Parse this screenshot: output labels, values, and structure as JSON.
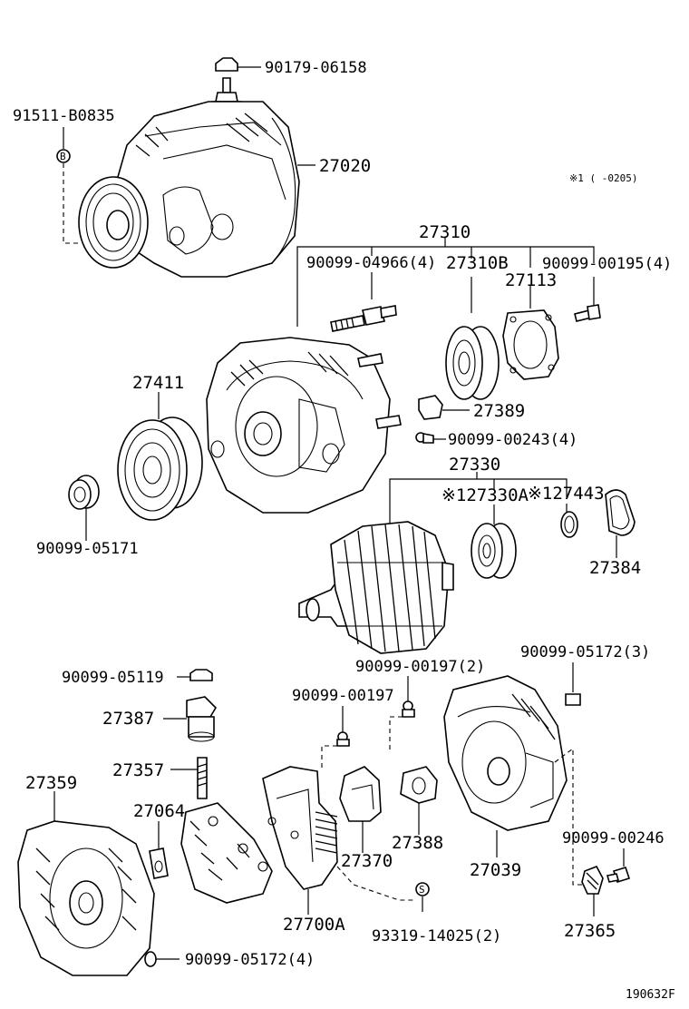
{
  "diagram": {
    "note": "※1 (      -0205)",
    "code": "190632F",
    "labels": {
      "p90179_06158": "90179-06158",
      "p91511_b0835": "91511-B0835",
      "p27020": "27020",
      "p27310": "27310",
      "p90099_04966": "90099-04966(4)",
      "p27310b": "27310B",
      "p90099_00195": "90099-00195(4)",
      "p27113": "27113",
      "p27411": "27411",
      "p27389": "27389",
      "p90099_00243": "90099-00243(4)",
      "p27330": "27330",
      "p27330a": "※127330A",
      "p27443": "※127443",
      "p27384": "27384",
      "p90099_05171": "90099-05171",
      "p90099_05172_3": "90099-05172(3)",
      "p90099_00197_2": "90099-00197(2)",
      "p90099_05119": "90099-05119",
      "p90099_00197": "90099-00197",
      "p27387": "27387",
      "p27357": "27357",
      "p27359": "27359",
      "p27064": "27064",
      "p27370": "27370",
      "p27388": "27388",
      "p27039": "27039",
      "p90099_00246": "90099-00246",
      "p27700a": "27700A",
      "p93319_14025": "93319-14025(2)",
      "p27365": "27365",
      "p90099_05172_4": "90099-05172(4)"
    },
    "markers": {
      "b_mark": "B",
      "s_mark": "S"
    }
  }
}
